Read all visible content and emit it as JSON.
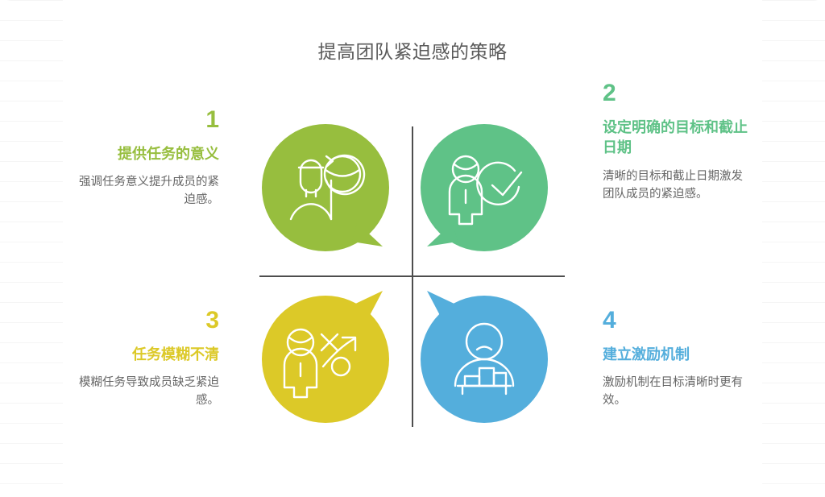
{
  "page": {
    "title": "提高团队紧迫感的策略",
    "background_color": "#ffffff",
    "divider_color": "#4d4d4d"
  },
  "chart_data": {
    "type": "diagram",
    "diagram_style": "2x2-quadrant-speech-bubbles",
    "title": "提高团队紧迫感的策略",
    "legend_position": "none",
    "grid": true,
    "quadrants": [
      {
        "number": "1",
        "position": "top-left",
        "heading": "提供任务的意义",
        "description": "强调任务意义提升成员的紧迫感。",
        "color": "#97be3e",
        "icon": "person-with-globe-refresh-icon",
        "tail_direction": "bottom-right"
      },
      {
        "number": "2",
        "position": "top-right",
        "heading": "设定明确的目标和截止日期",
        "description": "清晰的目标和截止日期激发团队成员的紧迫感。",
        "color": "#5fc287",
        "icon": "person-with-check-circle-icon",
        "tail_direction": "bottom-left"
      },
      {
        "number": "3",
        "position": "bottom-left",
        "heading": "任务模糊不清",
        "description": "模糊任务导致成员缺乏紧迫感。",
        "color": "#dcc928",
        "icon": "person-with-tactics-arrow-icon",
        "tail_direction": "top-right"
      },
      {
        "number": "4",
        "position": "bottom-right",
        "heading": "建立激励机制",
        "description": "激励机制在目标清晰时更有效。",
        "color": "#54aedc",
        "icon": "person-with-podium-icon",
        "tail_direction": "top-left"
      }
    ]
  }
}
